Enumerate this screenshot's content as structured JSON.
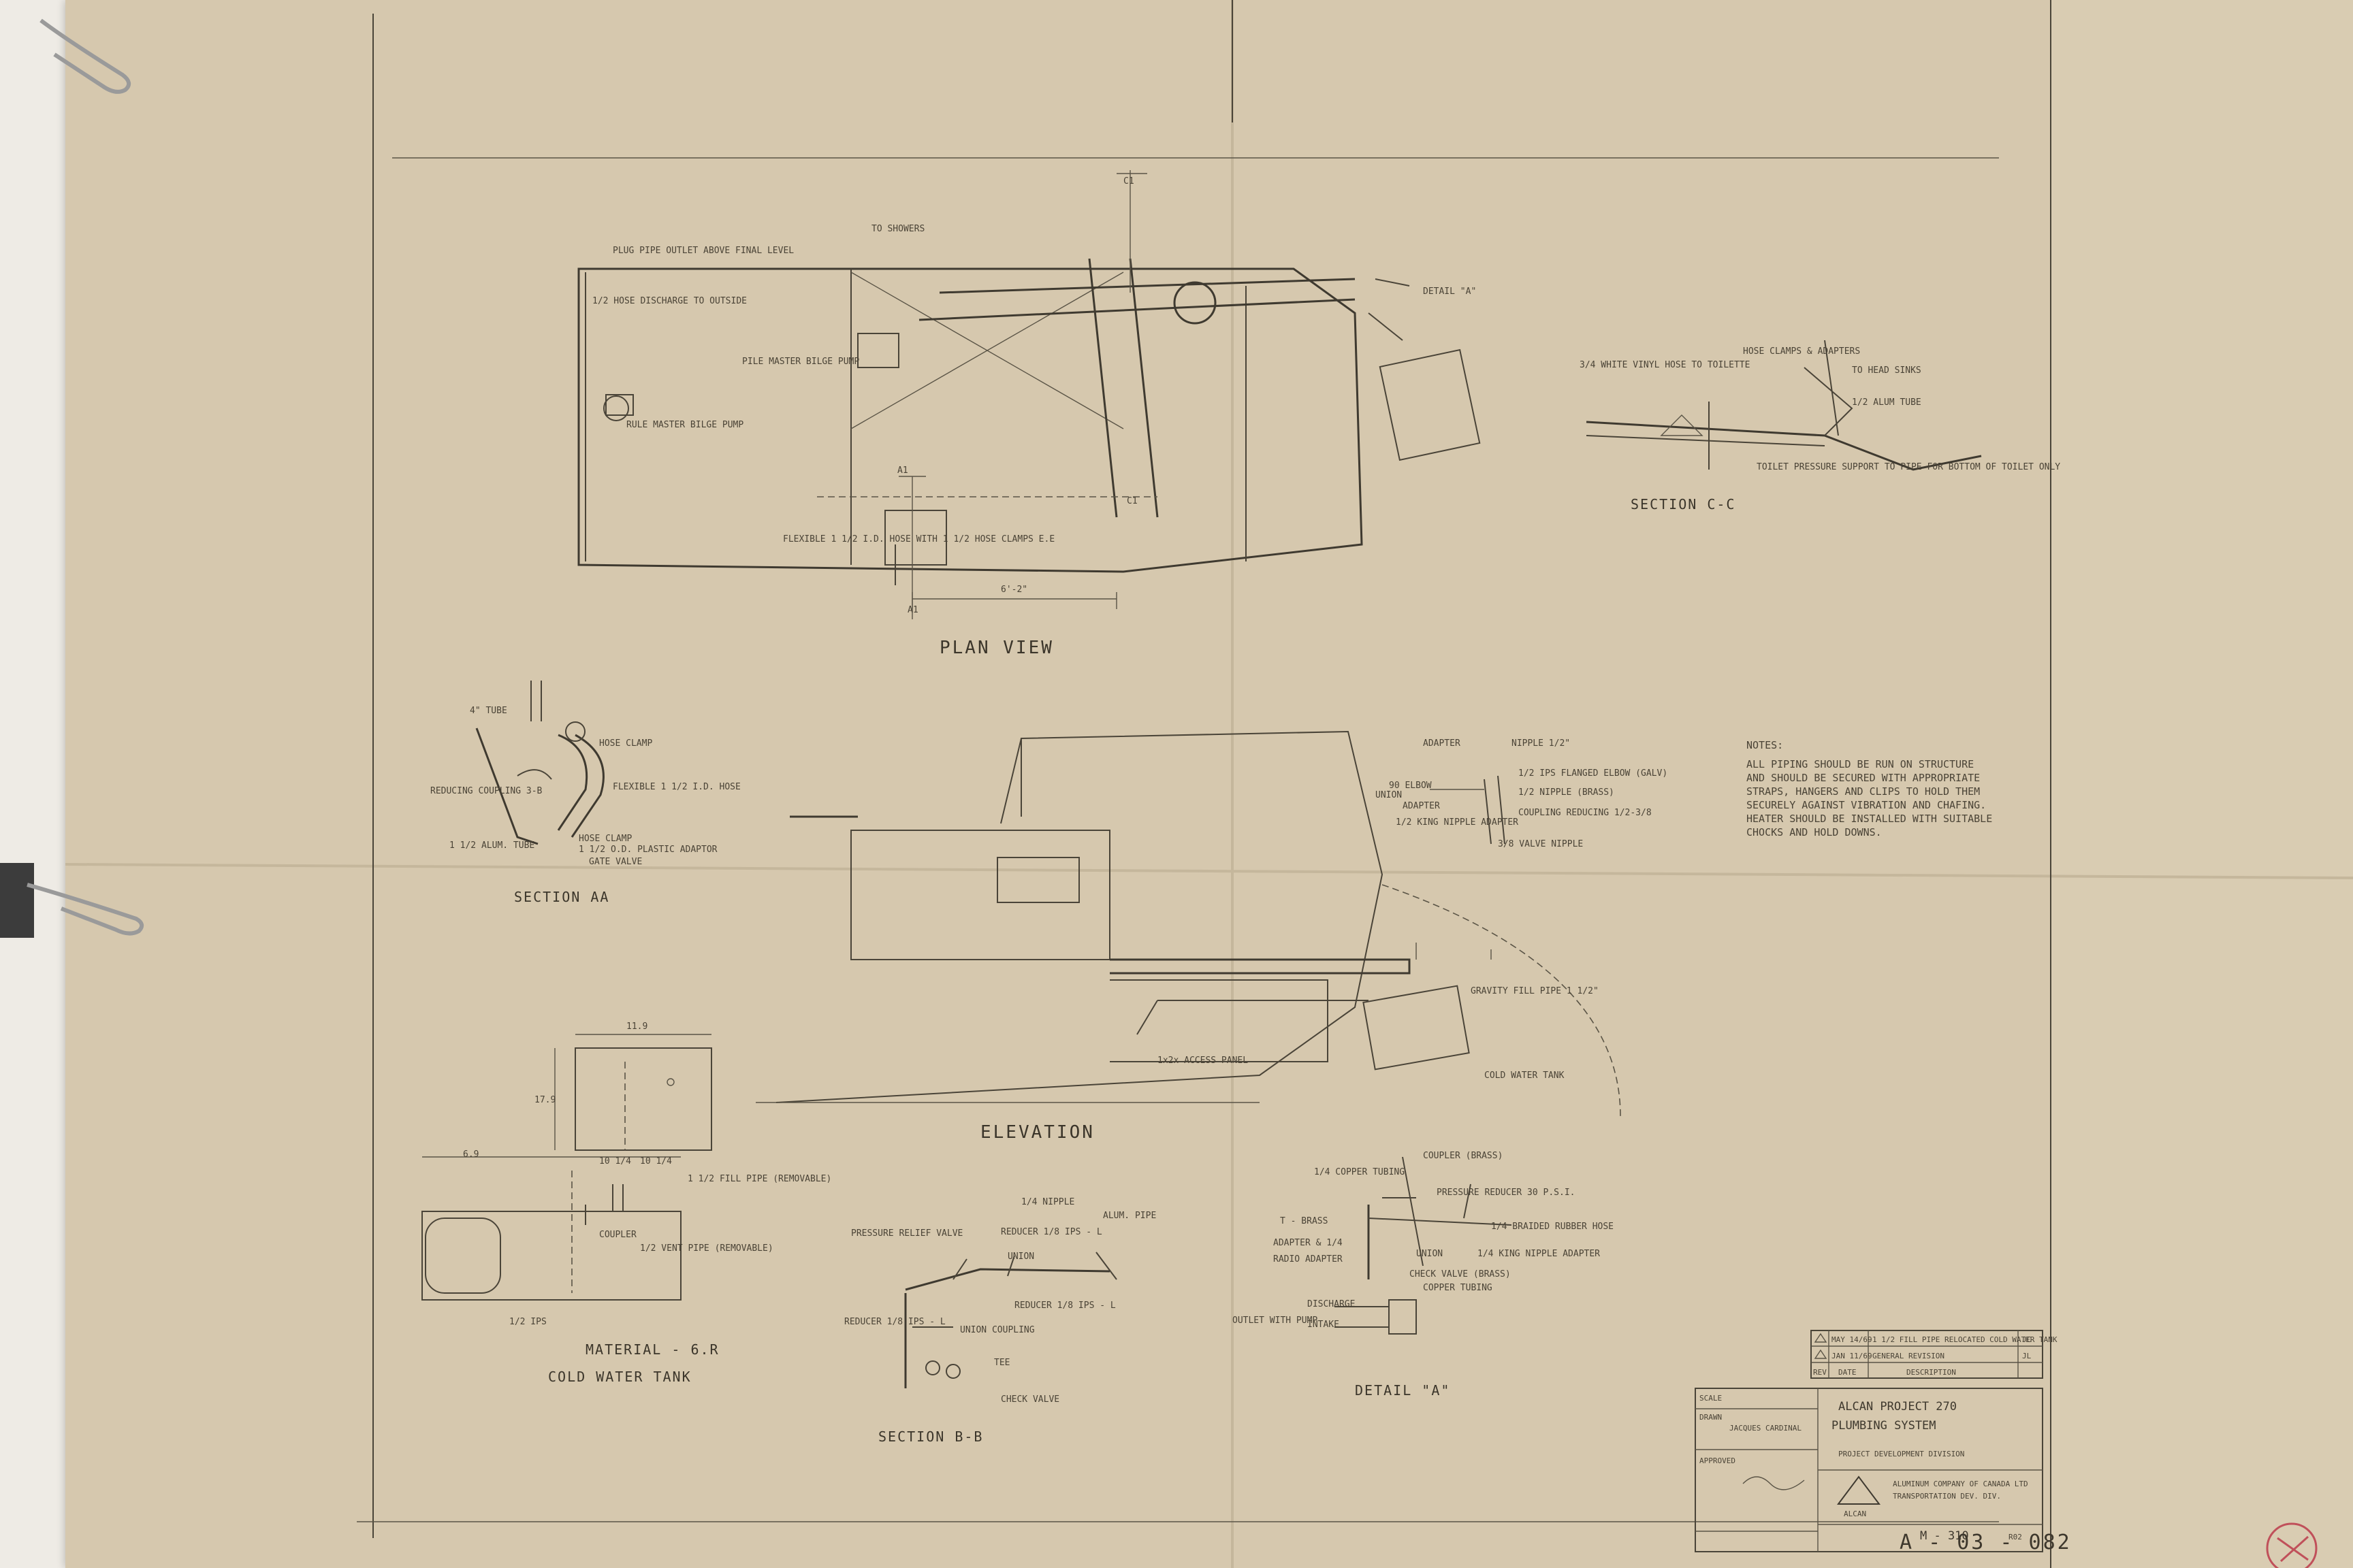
{
  "colors": {
    "paper": "#d6c8ae",
    "ink": "#3f3a30",
    "background": "#f1efe9"
  },
  "views": {
    "plan": "PLAN VIEW",
    "elevation": "ELEVATION",
    "section_aa": "SECTION AA",
    "section_cc": "SECTION C-C",
    "section_bb": "SECTION B-B",
    "detail_a": "DETAIL \"A\"",
    "cold_water_tank": "COLD WATER TANK",
    "material": "MATERIAL - 6.R"
  },
  "plan_labels": {
    "to_showers": "TO SHOWERS",
    "bilge_outlet": "PLUG PIPE OUTLET ABOVE FINAL LEVEL",
    "hose_discharge": "1/2 HOSE DISCHARGE TO OUTSIDE",
    "bilge_pump_1": "PILE MASTER BILGE PUMP",
    "bilge_pump_2": "RULE MASTER BILGE PUMP",
    "detail_ref": "DETAIL \"A\"",
    "flexible_hose": "FLEXIBLE 1 1/2 I.D. HOSE WITH 1 1/2 HOSE CLAMPS E.E",
    "a1_top": "A1",
    "a1_bottom": "A1",
    "c1_top": "C1",
    "c1_mid": "C1",
    "dim": "6'-2\""
  },
  "section_cc_labels": {
    "hose": "3/4 WHITE VINYL HOSE TO TOILETTE",
    "clamps": "HOSE CLAMPS & ADAPTERS",
    "head_sink": "TO HEAD SINKS",
    "tube": "1/2 ALUM TUBE",
    "support": "TOILET PRESSURE SUPPORT TO PIPE FOR BOTTOM OF TOILET ONLY"
  },
  "section_aa_labels": {
    "tube_top": "4\" TUBE",
    "hose_clamp": "HOSE CLAMP",
    "flexible": "FLEXIBLE 1 1/2 I.D. HOSE",
    "reducing": "REDUCING COUPLING 3-B",
    "hose_clamp2": "HOSE CLAMP",
    "adaptor": "1 1/2 O.D. PLASTIC ADAPTOR",
    "gate_valve": "GATE VALVE",
    "alum_tube": "1 1/2 ALUM. TUBE"
  },
  "elevation_labels": {
    "adapter": "ADAPTER",
    "nipple": "NIPPLE 1/2\"",
    "union": "UNION",
    "elbow": "90 ELBOW",
    "adapter2": "ADAPTER",
    "flanged": "1/2 IPS FLANGED ELBOW (GALV)",
    "nipple_brass": "1/2 NIPPLE (BRASS)",
    "coupling": "COUPLING REDUCING 1/2-3/8",
    "hose_nipple": "1/2 KING NIPPLE ADAPTER",
    "valve_nipple": "3/8 VALVE NIPPLE",
    "gravity": "GRAVITY FILL PIPE 1 1/2\"",
    "access": "1x2x ACCESS PANEL",
    "cold_water": "COLD WATER TANK"
  },
  "notes": {
    "heading": "NOTES:",
    "lines": [
      "ALL PIPING SHOULD BE RUN ON STRUCTURE",
      "AND SHOULD BE SECURED WITH APPROPRIATE",
      "STRAPS, HANGERS AND CLIPS TO HOLD THEM",
      "SECURELY AGAINST VIBRATION AND CHAFING.",
      "HEATER SHOULD BE INSTALLED WITH SUITABLE",
      "CHOCKS AND HOLD DOWNS."
    ]
  },
  "tank_labels": {
    "pipe_removable": "1 1/2 FILL PIPE (REMOVABLE)",
    "vent_removable": "1/2 VENT PIPE (REMOVABLE)",
    "coupler": "COUPLER",
    "ips": "1/2 IPS",
    "dim_top": "11.9",
    "dim_left": "17.9",
    "dim_a": "10 1/4",
    "dim_b": "10 1/4",
    "dim_c": "6.9"
  },
  "section_bb_labels": {
    "relief": "PRESSURE RELIEF VALVE",
    "reducer": "REDUCER 1/8 IPS - L",
    "union": "UNION",
    "nipple": "1/4 NIPPLE",
    "alum": "ALUM. PIPE",
    "reducer2": "REDUCER 1/8 IPS - L",
    "reducer3": "REDUCER 1/8 IPS - L",
    "coupling": "UNION COUPLING",
    "tee": "TEE",
    "check": "CHECK VALVE"
  },
  "detail_labels": {
    "coupler": "COUPLER (BRASS)",
    "copper": "1/4 COPPER TUBING",
    "reducer": "PRESSURE REDUCER 30 P.S.I.",
    "tbrass": "T - BRASS",
    "adapter": "ADAPTER & 1/4",
    "radio": "RADIO ADAPTER",
    "union": "UNION",
    "king": "1/4 KING NIPPLE ADAPTER",
    "check": "CHECK VALVE (BRASS)",
    "copper2": "COPPER TUBING",
    "discharge": "DISCHARGE",
    "intake": "INTAKE",
    "outlet": "OUTLET WITH PUMP",
    "ruber": "1/4 BRAIDED RUBBER HOSE"
  },
  "title_block": {
    "revisions": [
      {
        "mark": "2",
        "date": "MAY 14/69",
        "desc": "1 1/2 FILL PIPE RELOCATED COLD WATER TANK",
        "by": "JC"
      },
      {
        "mark": "1",
        "date": "JAN 11/69",
        "desc": "GENERAL REVISION",
        "by": "JL"
      }
    ],
    "rev_header": [
      "REV",
      "DATE",
      "DESCRIPTION"
    ],
    "scale_label": "SCALE",
    "drawn_label": "DRAWN",
    "drawn_by": "JACQUES CARDINAL",
    "approved_label": "APPROVED",
    "project_line": "ALCAN PROJECT 270",
    "system_line": "PLUMBING SYSTEM",
    "division_line": "PROJECT DEVELOPMENT DIVISION",
    "company": "ALUMINUM COMPANY OF CANADA LTD",
    "company_sub": "TRANSPORTATION DEV. DIV.",
    "logo_text": "ALCAN",
    "drawing_no": "M - 310",
    "sheet_rev": "R02",
    "archive_no": "A - 03 - 082"
  }
}
